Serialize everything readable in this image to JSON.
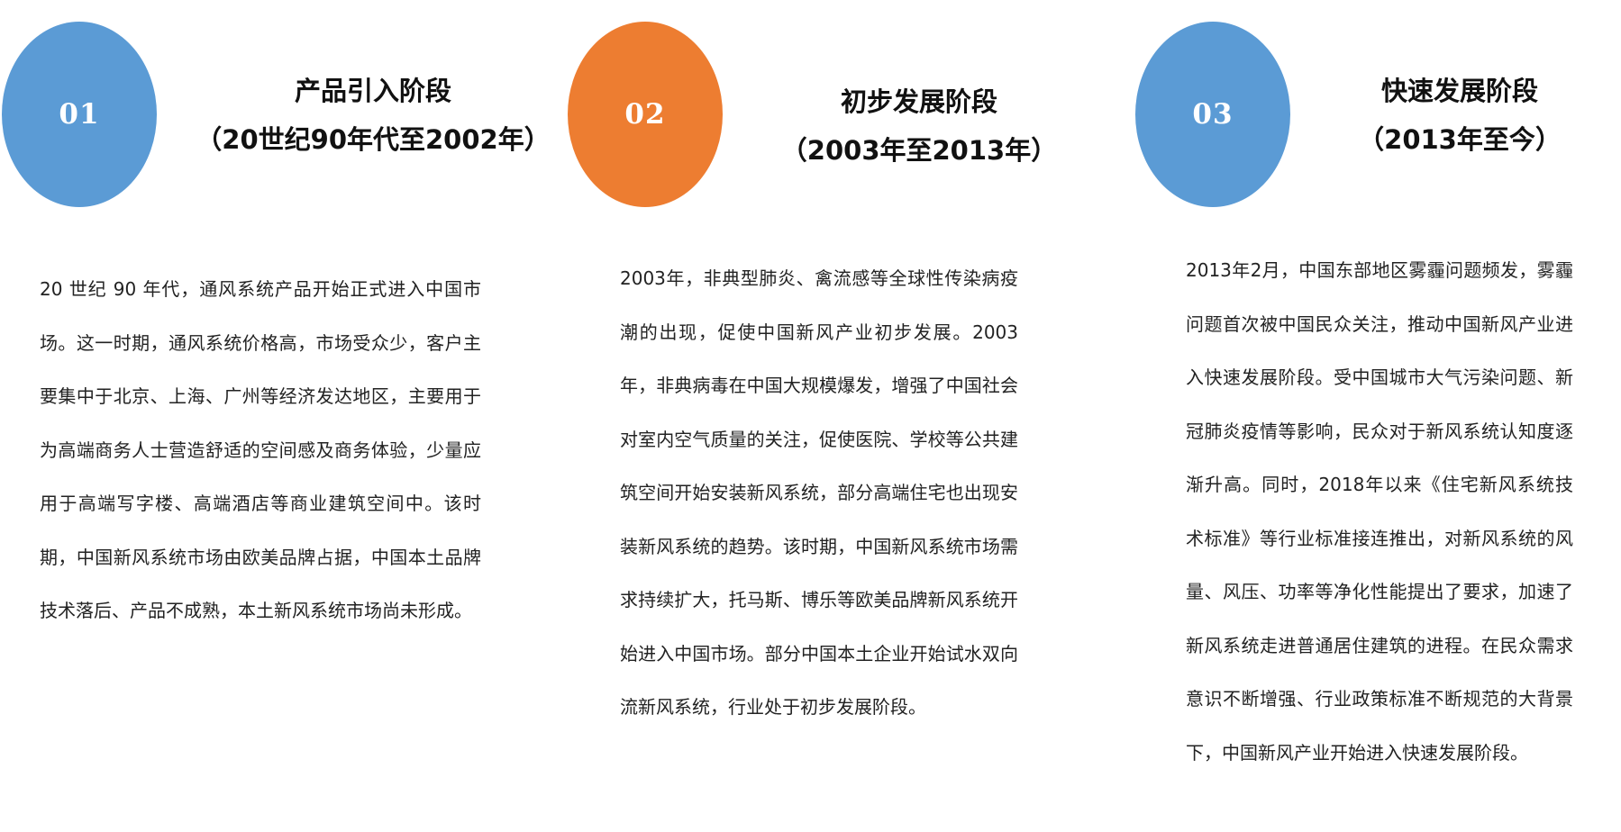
{
  "colors": {
    "blue": "#5b9bd5",
    "orange": "#ed7d31"
  },
  "stages": [
    {
      "number": "01",
      "title": "产品引入阶段",
      "period": "（20世纪90年代至2002年）",
      "body": "20 世纪 90 年代，通风系统产品开始正式进入中国市场。这一时期，通风系统价格高，市场受众少，客户主要集中于北京、上海、广州等经济发达地区，主要用于为高端商务人士营造舒适的空间感及商务体验，少量应用于高端写字楼、高端酒店等商业建筑空间中。该时期，中国新风系统市场由欧美品牌占据，中国本土品牌技术落后、产品不成熟，本土新风系统市场尚未形成。"
    },
    {
      "number": "02",
      "title": "初步发展阶段",
      "period": "（2003年至2013年）",
      "body": "2003年，非典型肺炎、禽流感等全球性传染病疫潮的出现，促使中国新风产业初步发展。2003年，非典病毒在中国大规模爆发，增强了中国社会对室内空气质量的关注，促使医院、学校等公共建筑空间开始安装新风系统，部分高端住宅也出现安装新风系统的趋势。该时期，中国新风系统市场需求持续扩大，托马斯、博乐等欧美品牌新风系统开始进入中国市场。部分中国本土企业开始试水双向流新风系统，行业处于初步发展阶段。"
    },
    {
      "number": "03",
      "title": "快速发展阶段",
      "period": "（2013年至今）",
      "body": "2013年2月，中国东部地区雾霾问题频发，雾霾问题首次被中国民众关注，推动中国新风产业进入快速发展阶段。受中国城市大气污染问题、新冠肺炎疫情等影响，民众对于新风系统认知度逐渐升高。同时，2018年以来《住宅新风系统技术标准》等行业标准接连推出，对新风系统的风量、风压、功率等净化性能提出了要求，加速了新风系统走进普通居住建筑的进程。在民众需求意识不断增强、行业政策标准不断规范的大背景下，中国新风产业开始进入快速发展阶段。"
    }
  ]
}
